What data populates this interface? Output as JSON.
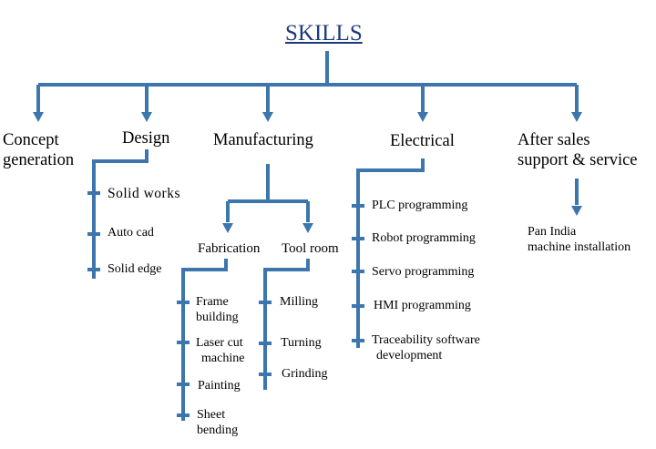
{
  "title": "SKILLS",
  "line_color": "#3c76ad",
  "categories": {
    "concept_generation": {
      "line1": "Concept",
      "line2": "generation"
    },
    "design": {
      "label": "Design",
      "items": [
        "Solid works",
        "Auto cad",
        "Solid edge"
      ]
    },
    "manufacturing": {
      "label": "Manufacturing",
      "fabrication": {
        "label": "Fabrication",
        "items": [
          {
            "line1": "Frame",
            "line2": "building"
          },
          {
            "line1": "Laser cut",
            "line2": "machine"
          },
          {
            "line1": "Painting",
            "line2": ""
          },
          {
            "line1": "Sheet",
            "line2": "bending"
          }
        ]
      },
      "tool_room": {
        "label": "Tool room",
        "items": [
          "Milling",
          "Turning",
          "Grinding"
        ]
      }
    },
    "electrical": {
      "label": "Electrical",
      "items": [
        {
          "line1": "PLC programming",
          "line2": ""
        },
        {
          "line1": "Robot programming",
          "line2": ""
        },
        {
          "line1": "Servo programming",
          "line2": ""
        },
        {
          "line1": "HMI programming",
          "line2": ""
        },
        {
          "line1": "Traceability software",
          "line2": "development"
        }
      ]
    },
    "after_sales": {
      "line1": "After sales",
      "line2": "support & service",
      "items": [
        {
          "line1": "Pan India",
          "line2": "machine installation"
        }
      ]
    }
  }
}
